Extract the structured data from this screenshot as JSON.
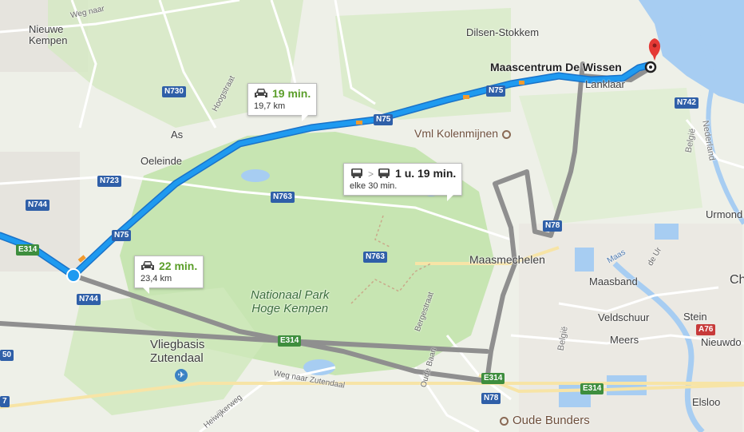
{
  "places": {
    "nieuwe_kempen": "Nieuwe\nKempen",
    "as": "As",
    "oeleinde": "Oeleinde",
    "dilsen": "Dilsen-Stokkem",
    "lanklaar": "Lanklaar",
    "maasmechelen": "Maasmechelen",
    "maasband": "Maasband",
    "veldschuur": "Veldschuur",
    "meers": "Meers",
    "stein": "Stein",
    "nieuwdo": "Nieuwdo",
    "elsloo": "Elsloo",
    "urmond": "Urmond",
    "ch": "Ch",
    "vliegbasis": "Vliegbasis\nZutendaal",
    "park": "Nationaal Park\nHoge Kempen"
  },
  "pois": {
    "vml_kolenmijnen": "Vml Kolenmijnen",
    "oude_bunders": "Oude Bunders"
  },
  "destination": {
    "label": "Maascentrum De Wissen"
  },
  "roads": {
    "hoogstraat": "Hoogstraat",
    "weg_naar": "Weg naar",
    "weg_naar_zutendaal": "Weg naar Zutendaal",
    "heiweg": "Heiwijkerweg",
    "oude_baan": "Oude Baan",
    "bergstraat": "Bergestraat",
    "de_ur": "de Ur",
    "maas": "Maas"
  },
  "countries": {
    "belgie_top": "België",
    "nederland": "Nederland",
    "belgie_bottom": "België"
  },
  "shields": {
    "n730": "N730",
    "n75a": "N75",
    "n75b": "N75",
    "n75c": "N75",
    "n723": "N723",
    "n744a": "N744",
    "n744b": "N744",
    "n763a": "N763",
    "n763b": "N763",
    "n742": "N742",
    "n78a": "N78",
    "n78b": "N78",
    "e314a": "E314",
    "e314b": "E314",
    "e314c": "E314",
    "e314d": "E314",
    "a76": "A76",
    "left50": "50",
    "left7": "7"
  },
  "routes": [
    {
      "time": "19 min.",
      "distance": "19,7 km",
      "mode": "car"
    },
    {
      "time": "22 min.",
      "distance": "23,4 km",
      "mode": "car"
    },
    {
      "time": "1 u. 19 min.",
      "frequency": "elke 30 min.",
      "mode": "transit"
    }
  ],
  "colors": {
    "primary_route": "#1e9af0",
    "alt_route": "#9e9e9e",
    "water": "#a7cdf2",
    "park": "#c7e5b2",
    "highway_shield": "#2f5fa8"
  }
}
